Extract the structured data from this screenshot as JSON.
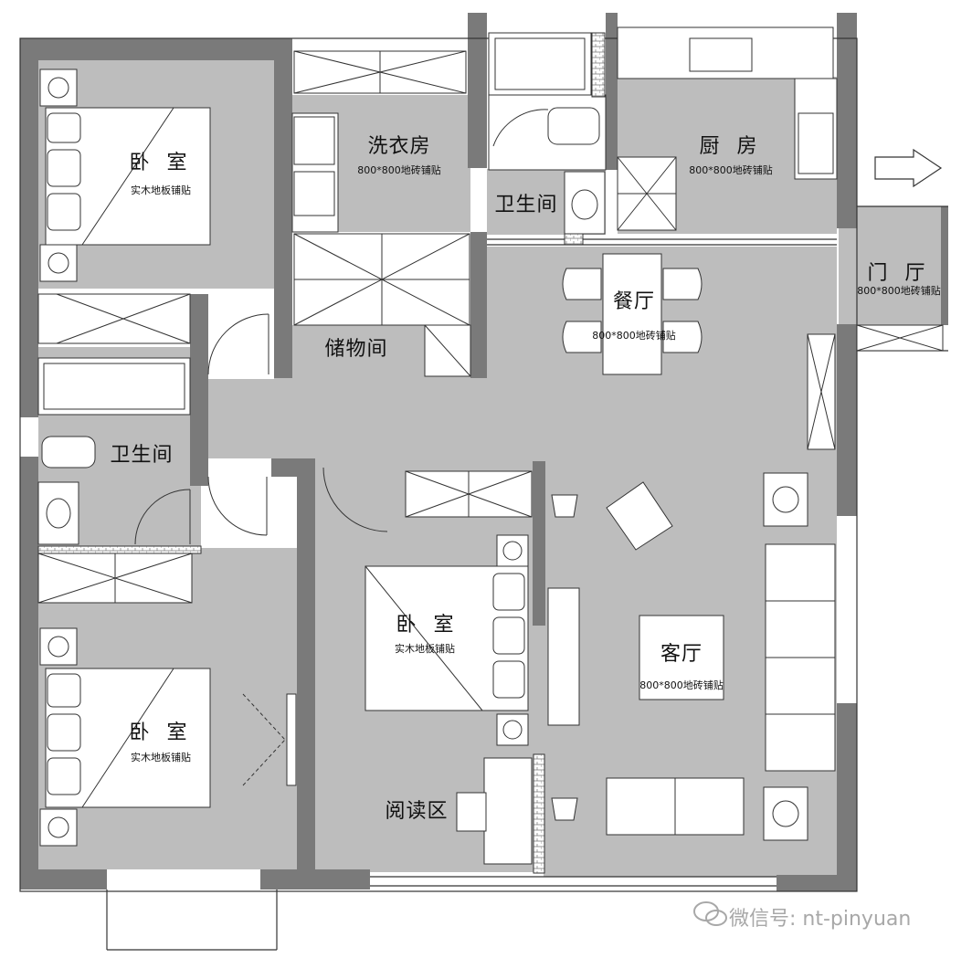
{
  "rooms": {
    "bedroom_nw": {
      "name": "卧 室",
      "floor": "实木地板铺贴"
    },
    "laundry": {
      "name": "洗衣房",
      "floor": "800*800地砖铺贴"
    },
    "kitchen": {
      "name": "厨 房",
      "floor": "800*800地砖铺贴"
    },
    "bath_top": {
      "name": "卫生间"
    },
    "storage": {
      "name": "储物间"
    },
    "dining": {
      "name": "餐厅",
      "floor": "800*800地砖铺贴"
    },
    "foyer": {
      "name": "门 厅",
      "floor": "800*800地砖铺贴"
    },
    "bath_left": {
      "name": "卫生间"
    },
    "bedroom_center": {
      "name": "卧 室",
      "floor": "实木地板铺贴"
    },
    "living": {
      "name": "客厅",
      "floor": "800*800地砖铺贴"
    },
    "bedroom_sw": {
      "name": "卧 室",
      "floor": "实木地板铺贴"
    },
    "reading": {
      "name": "阅读区"
    }
  },
  "watermark": "微信号: nt-pinyuan",
  "colors": {
    "floor": "#bdbdbd",
    "wall": "#7a7a7a",
    "line": "#333333",
    "furniture": "#ffffff"
  }
}
